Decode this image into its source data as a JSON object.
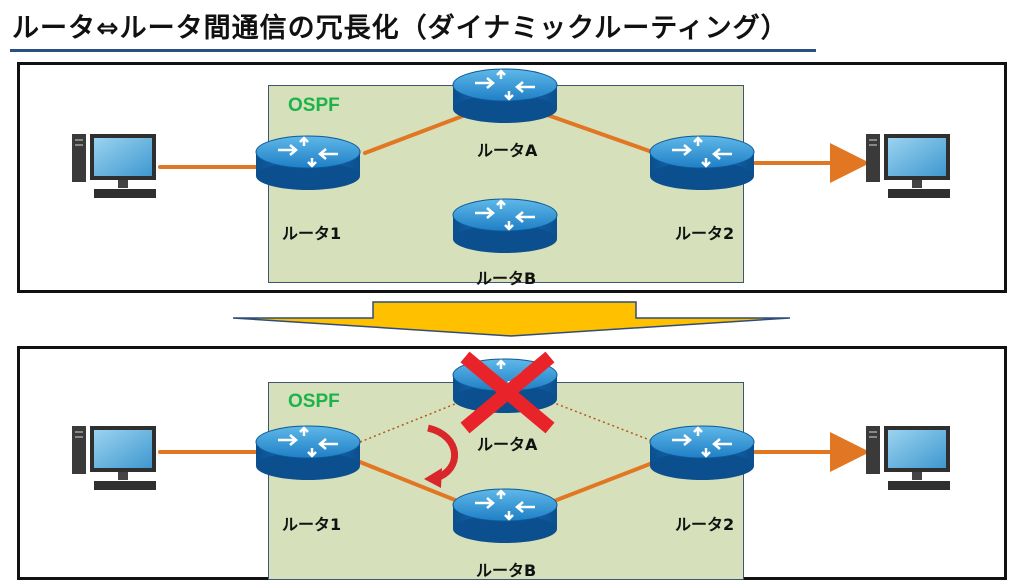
{
  "title": "ルータ⇔ルータ間通信の冗長化（ダイナミックルーティング）",
  "colors": {
    "accent_rule": "#2a5082",
    "ospf_area": "#d6e0bb",
    "ospf_label": "#1db34a",
    "path": "#e27723",
    "failure_cross": "#e8242a",
    "arrow_fill": "#ffc000",
    "reroute_arrow": "#d8262b"
  },
  "top_panel": {
    "area_label": "OSPF",
    "routers": {
      "r1": "ルータ1",
      "ra": "ルータA",
      "rb": "ルータB",
      "r2": "ルータ2"
    }
  },
  "bottom_panel": {
    "area_label": "OSPF",
    "routers": {
      "r1": "ルータ1",
      "ra": "ルータA",
      "rb": "ルータB",
      "r2": "ルータ2"
    }
  },
  "icons": [
    "pc-icon",
    "router-icon",
    "failure-cross-icon",
    "down-arrow-icon",
    "reroute-arrow-icon"
  ]
}
